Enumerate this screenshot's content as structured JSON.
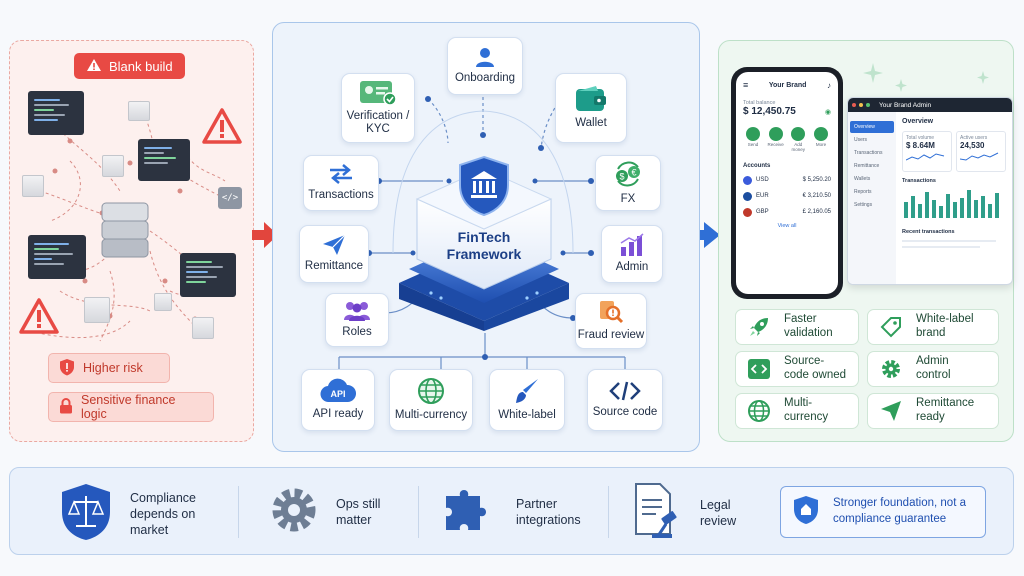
{
  "left": {
    "badge": "Blank build",
    "risk1": "Higher risk",
    "risk2": "Sensitive finance logic"
  },
  "center": {
    "core": "FinTech Framework",
    "modules": [
      {
        "label": "Onboarding",
        "icon": "user-icon"
      },
      {
        "label": "Verification / KYC",
        "icon": "id-card-icon"
      },
      {
        "label": "Wallet",
        "icon": "wallet-icon"
      },
      {
        "label": "Transactions",
        "icon": "arrows-exchange-icon"
      },
      {
        "label": "FX",
        "icon": "currency-exchange-icon"
      },
      {
        "label": "Remittance",
        "icon": "send-icon"
      },
      {
        "label": "Admin",
        "icon": "bar-chart-icon"
      },
      {
        "label": "Roles",
        "icon": "users-icon"
      },
      {
        "label": "Fraud review",
        "icon": "search-alert-icon"
      },
      {
        "label": "API ready",
        "icon": "api-cloud-icon"
      },
      {
        "label": "Multi-currency",
        "icon": "globe-icon"
      },
      {
        "label": "White-label",
        "icon": "brush-icon"
      },
      {
        "label": "Source code",
        "icon": "code-icon"
      }
    ]
  },
  "phone": {
    "brand": "Your Brand",
    "balance_label": "Total balance",
    "balance": "$ 12,450.75",
    "actions": [
      "Send",
      "Receive",
      "Add money",
      "More"
    ],
    "accounts_title": "Accounts",
    "accounts": [
      {
        "code": "USD",
        "amount": "$ 5,250.20"
      },
      {
        "code": "EUR",
        "amount": "€ 3,210.50"
      },
      {
        "code": "GBP",
        "amount": "£ 2,160.05"
      }
    ],
    "view_all": "View all"
  },
  "admin": {
    "title": "Your Brand Admin",
    "nav": [
      "Overview",
      "Users",
      "Transactions",
      "Remittance",
      "Wallets",
      "Reports",
      "Settings"
    ],
    "overview": "Overview",
    "stat1_label": "Total volume",
    "stat1_value": "$ 8.64M",
    "stat2_label": "Active users",
    "stat2_value": "24,530",
    "chart_title": "Transactions",
    "recent": "Recent transactions"
  },
  "features": [
    {
      "label": "Faster validation",
      "icon": "rocket-icon"
    },
    {
      "label": "White-label brand",
      "icon": "tag-icon"
    },
    {
      "label": "Source-code owned",
      "icon": "code-icon"
    },
    {
      "label": "Admin control",
      "icon": "gear-icon"
    },
    {
      "label": "Multi-currency",
      "icon": "globe-icon"
    },
    {
      "label": "Remittance ready",
      "icon": "send-icon"
    }
  ],
  "bottom": {
    "items": [
      {
        "label": "Compliance depends on market",
        "icon": "scales-shield-icon"
      },
      {
        "label": "Ops still matter",
        "icon": "gear-icon"
      },
      {
        "label": "Partner integrations",
        "icon": "puzzle-icon"
      },
      {
        "label": "Legal review",
        "icon": "document-gavel-icon"
      }
    ],
    "note": "Stronger foundation, not a compliance guarantee"
  },
  "colors": {
    "danger": "#e84a44",
    "primary": "#2f6fd6",
    "success": "#2f9e5b"
  }
}
